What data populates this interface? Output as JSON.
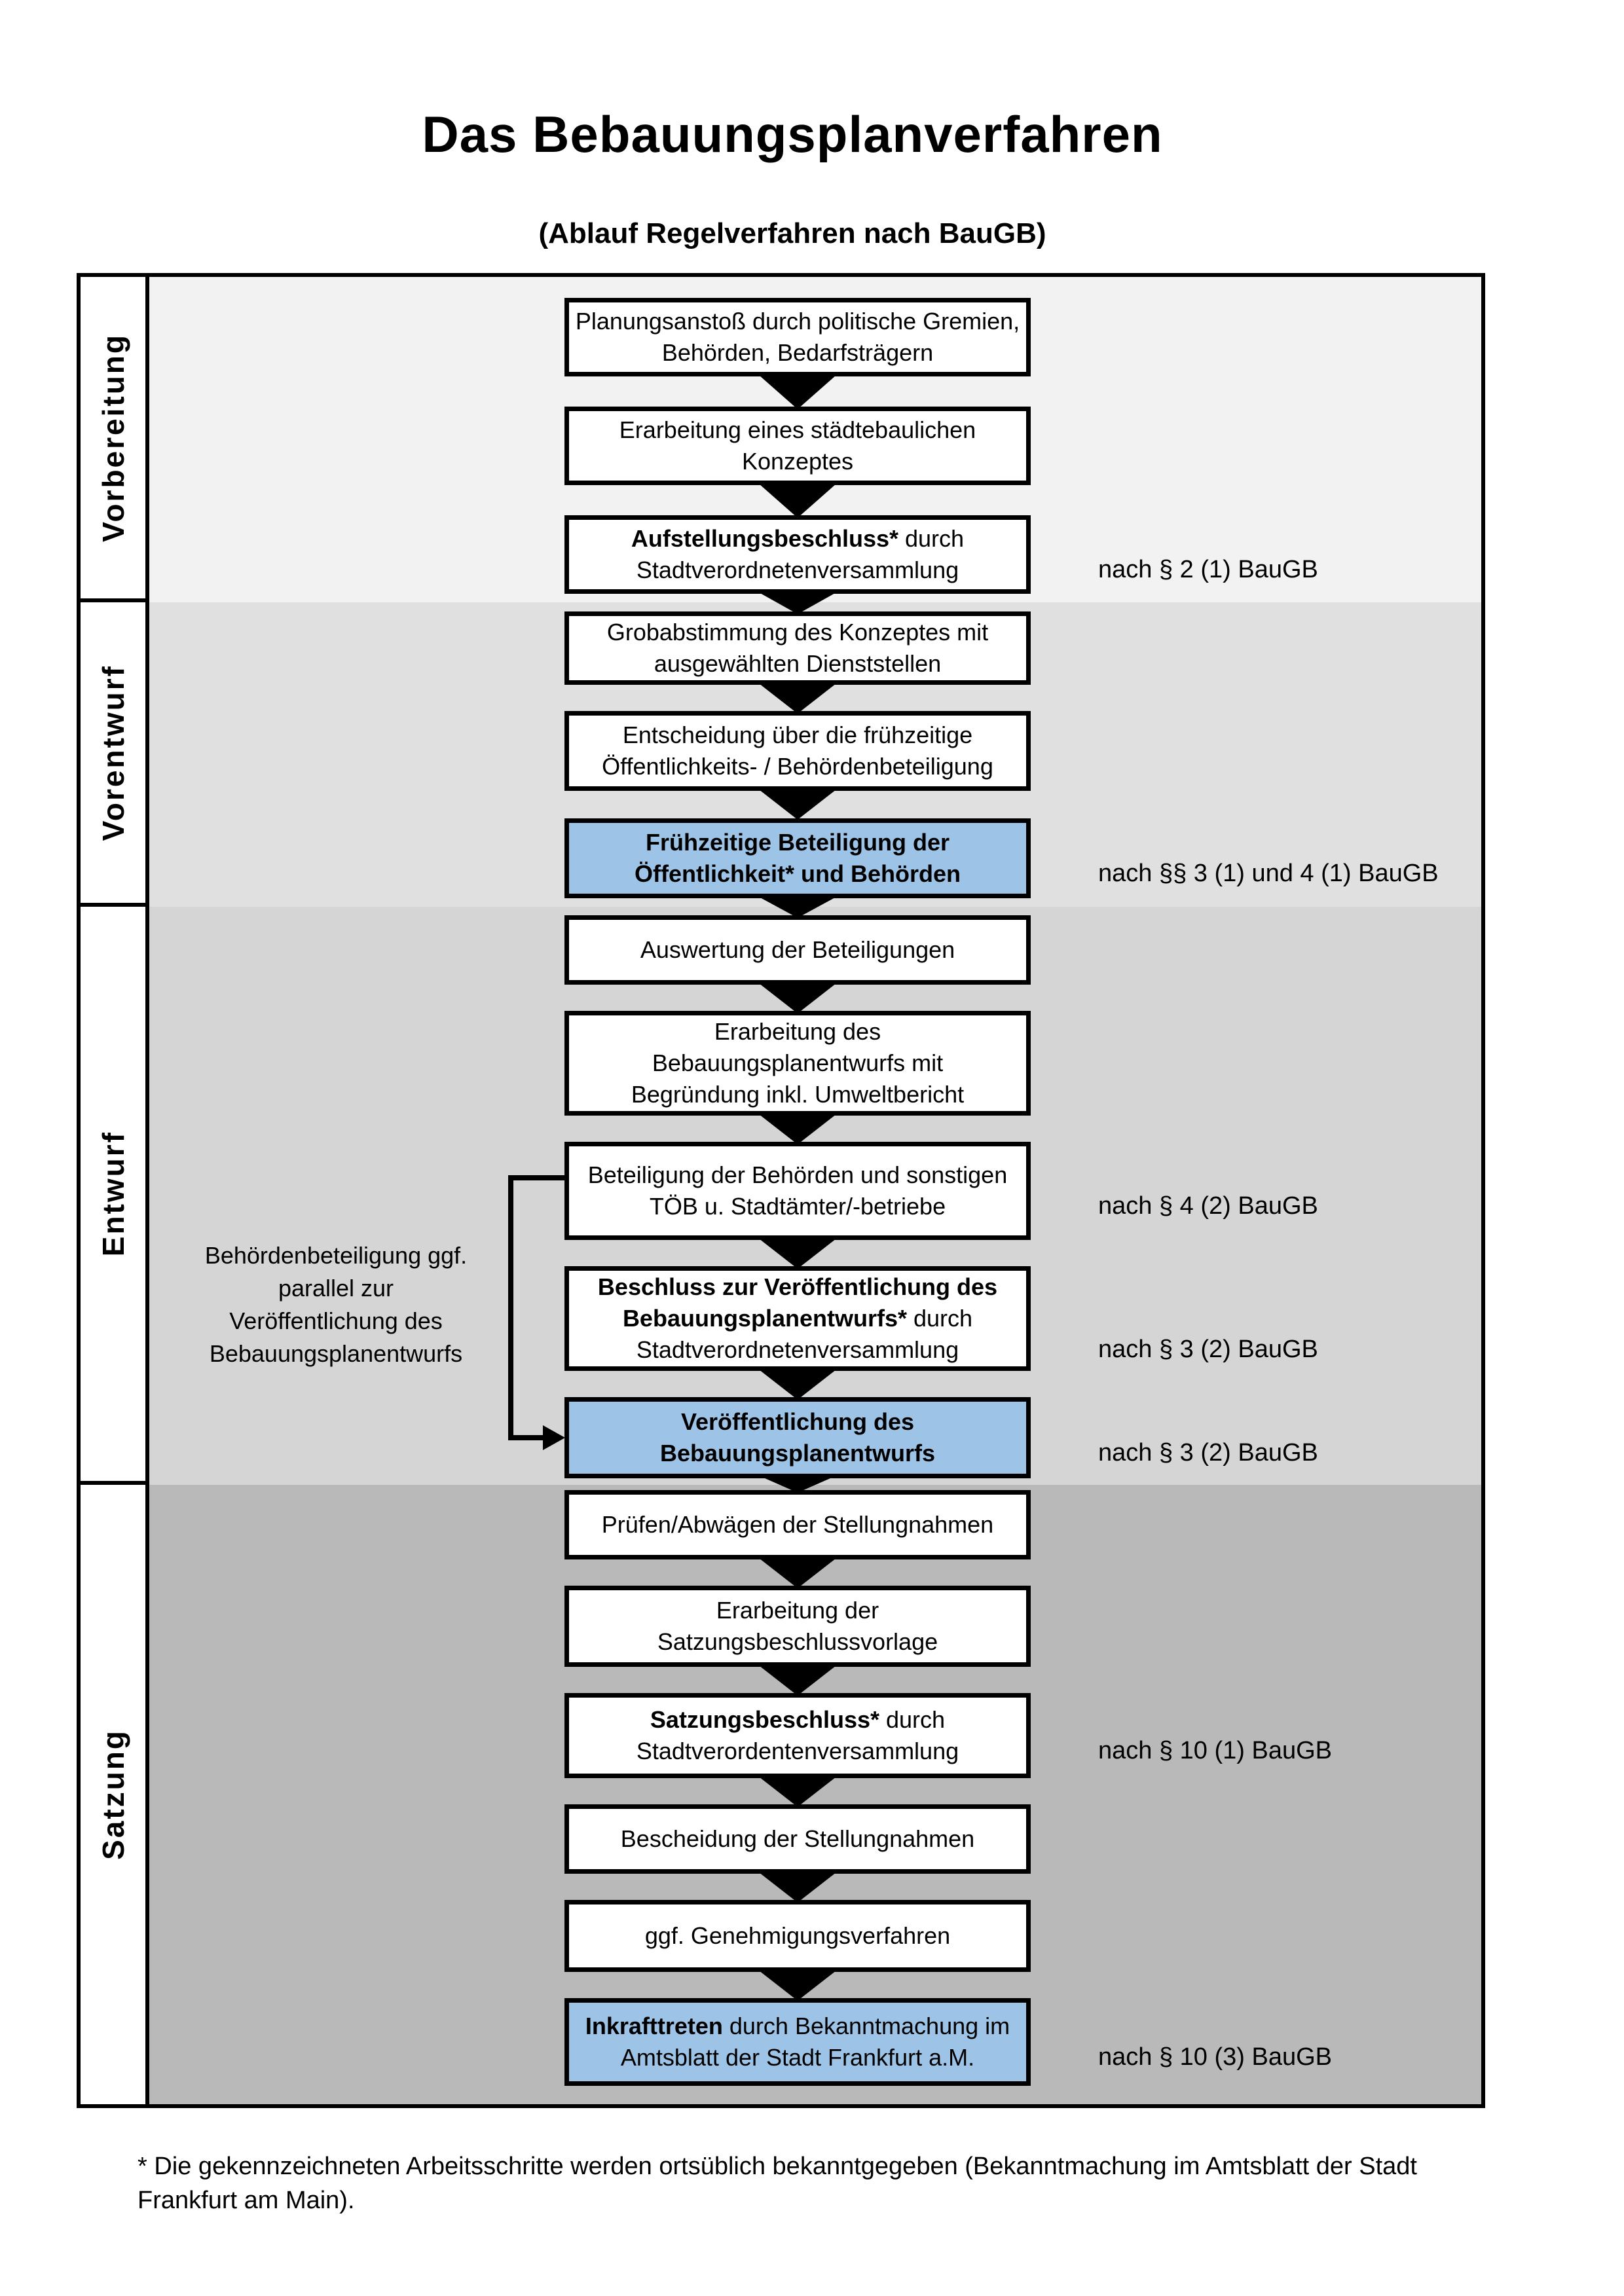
{
  "title": "Das Bebauungsplanverfahren",
  "subtitle": "(Ablauf Regelverfahren nach BauGB)",
  "phases": [
    {
      "label": "Vorbereitung"
    },
    {
      "label": "Vorentwurf"
    },
    {
      "label": "Entwurf"
    },
    {
      "label": "Satzung"
    }
  ],
  "steps": [
    {
      "bold": "",
      "text": "Planungsanstoß durch politische Gremien, Behörden, Bedarfsträgern",
      "highlighted": false
    },
    {
      "bold": "",
      "text": "Erarbeitung eines städtebaulichen Konzeptes",
      "highlighted": false
    },
    {
      "bold": "Aufstellungsbeschluss*",
      "text": " durch Stadtverordnetenversammlung",
      "highlighted": false
    },
    {
      "bold": "",
      "text": "Grobabstimmung des Konzeptes mit ausgewählten Dienststellen",
      "highlighted": false
    },
    {
      "bold": "",
      "text": "Entscheidung über die frühzeitige Öffentlichkeits- / Behördenbeteiligung",
      "highlighted": false
    },
    {
      "bold": "Frühzeitige Beteiligung der Öffentlichkeit* und Behörden",
      "text": "",
      "highlighted": true
    },
    {
      "bold": "",
      "text": "Auswertung der Beteiligungen",
      "highlighted": false
    },
    {
      "bold": "",
      "text": "Erarbeitung des Bebauungsplanentwurfs mit Begründung inkl. Umweltbericht",
      "highlighted": false
    },
    {
      "bold": "",
      "text": "Beteiligung der Behörden und sonstigen TÖB u. Stadtämter/-betriebe",
      "highlighted": false
    },
    {
      "bold": "Beschluss zur Veröffentlichung des Bebauungsplanentwurfs*",
      "text": " durch Stadtverordnetenversammlung",
      "highlighted": false
    },
    {
      "bold": "Veröffentlichung des Bebauungsplanentwurfs",
      "text": "",
      "highlighted": true
    },
    {
      "bold": "",
      "text": "Prüfen/Abwägen der Stellungnahmen",
      "highlighted": false
    },
    {
      "bold": "",
      "text": "Erarbeitung der Satzungsbeschlussvorlage",
      "highlighted": false
    },
    {
      "bold": "Satzungsbeschluss*",
      "text": " durch Stadtverordentenversammlung",
      "highlighted": false
    },
    {
      "bold": "",
      "text": "Bescheidung der Stellungnahmen",
      "highlighted": false
    },
    {
      "bold": "",
      "text": "ggf. Genehmigungsverfahren",
      "highlighted": false
    },
    {
      "bold": "Inkrafttreten",
      "text": " durch Bekanntmachung im Amtsblatt der Stadt Frankfurt a.M.",
      "highlighted": true
    }
  ],
  "refs": [
    {
      "text": "nach § 2 (1) BauGB"
    },
    {
      "text": "nach §§ 3 (1) und 4 (1) BauGB"
    },
    {
      "text": "nach § 4 (2) BauGB"
    },
    {
      "text": "nach § 3 (2) BauGB"
    },
    {
      "text": "nach § 3 (2) BauGB"
    },
    {
      "text": "nach § 10 (1) BauGB"
    },
    {
      "text": "nach § 10 (3) BauGB"
    }
  ],
  "side_note": "Behördenbeteiligung ggf. parallel zur Veröffentlichung des Bebauungsplanentwurfs",
  "footnote": {
    "marker": "*",
    "text": "Die gekennzeichneten Arbeitsschritte werden ortsüblich bekanntgegeben (Bekanntmachung im Amtsblatt  der Stadt Frankfurt am Main)."
  },
  "colors": {
    "highlight": "#9dc3e6",
    "band_vorbereitung": "#f2f2f2",
    "band_vorentwurf": "#e0e0e0",
    "band_entwurf": "#d5d5d5",
    "band_satzung": "#b9b9b9",
    "line": "#000000"
  }
}
